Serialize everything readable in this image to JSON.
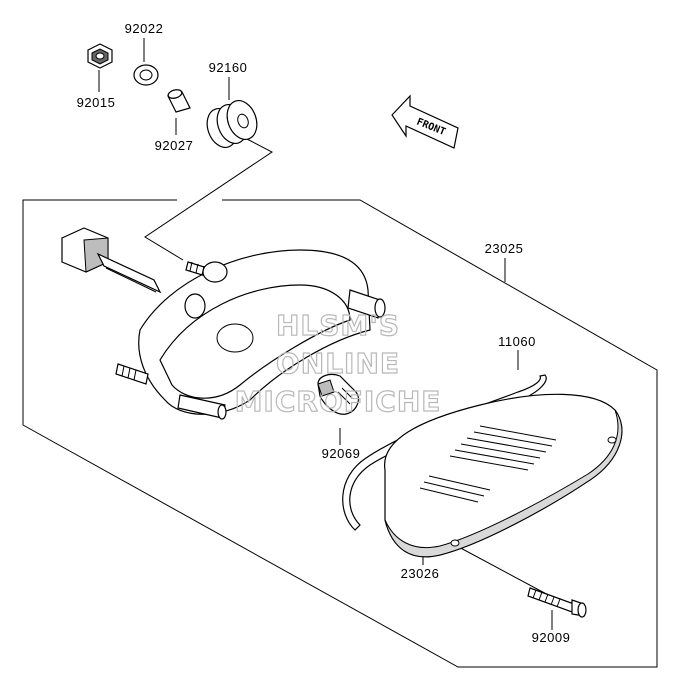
{
  "parts": [
    {
      "number": "92022"
    },
    {
      "number": "92015"
    },
    {
      "number": "92160"
    },
    {
      "number": "92027"
    },
    {
      "number": "23025"
    },
    {
      "number": "11060"
    },
    {
      "number": "92069"
    },
    {
      "number": "23026"
    },
    {
      "number": "92009"
    }
  ],
  "front_marker": {
    "label": "FRONT",
    "icon": "front-arrow-icon"
  },
  "watermark": {
    "line1": "HLSM'S",
    "line2": "ONLINE",
    "line3": "MICROFICHE"
  }
}
